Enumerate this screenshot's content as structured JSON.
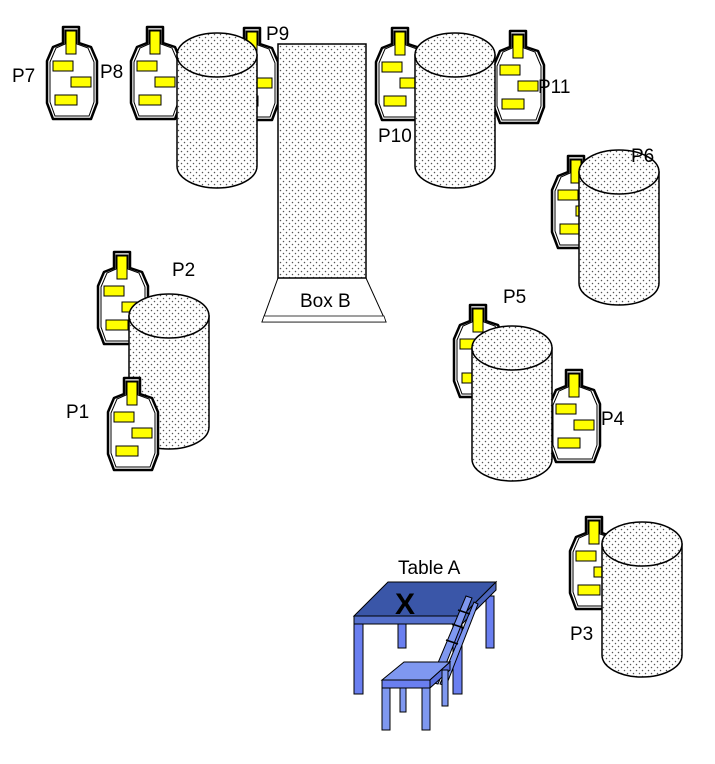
{
  "colors": {
    "target_fill": "#ffffff",
    "target_stroke": "#000000",
    "target_zone": "#ffff00",
    "barrel_fill": "#ffffff",
    "barrel_dots": "#555555",
    "table_top": "#3a56a8",
    "table_legs": "#6a7ff0",
    "chair": "#7f98f0"
  },
  "labels": {
    "p1": "P1",
    "p2": "P2",
    "p3": "P3",
    "p4": "P4",
    "p5": "P5",
    "p6": "P6",
    "p7": "P7",
    "p8": "P8",
    "p9": "P9",
    "p10": "P10",
    "p11": "P11",
    "box": "Box B",
    "table": "Table A",
    "table_mark": "X"
  },
  "icons": {
    "target": "popper-target-icon",
    "barrel": "barrel-icon",
    "box": "box-icon",
    "table": "table-icon",
    "chair": "chair-icon"
  }
}
